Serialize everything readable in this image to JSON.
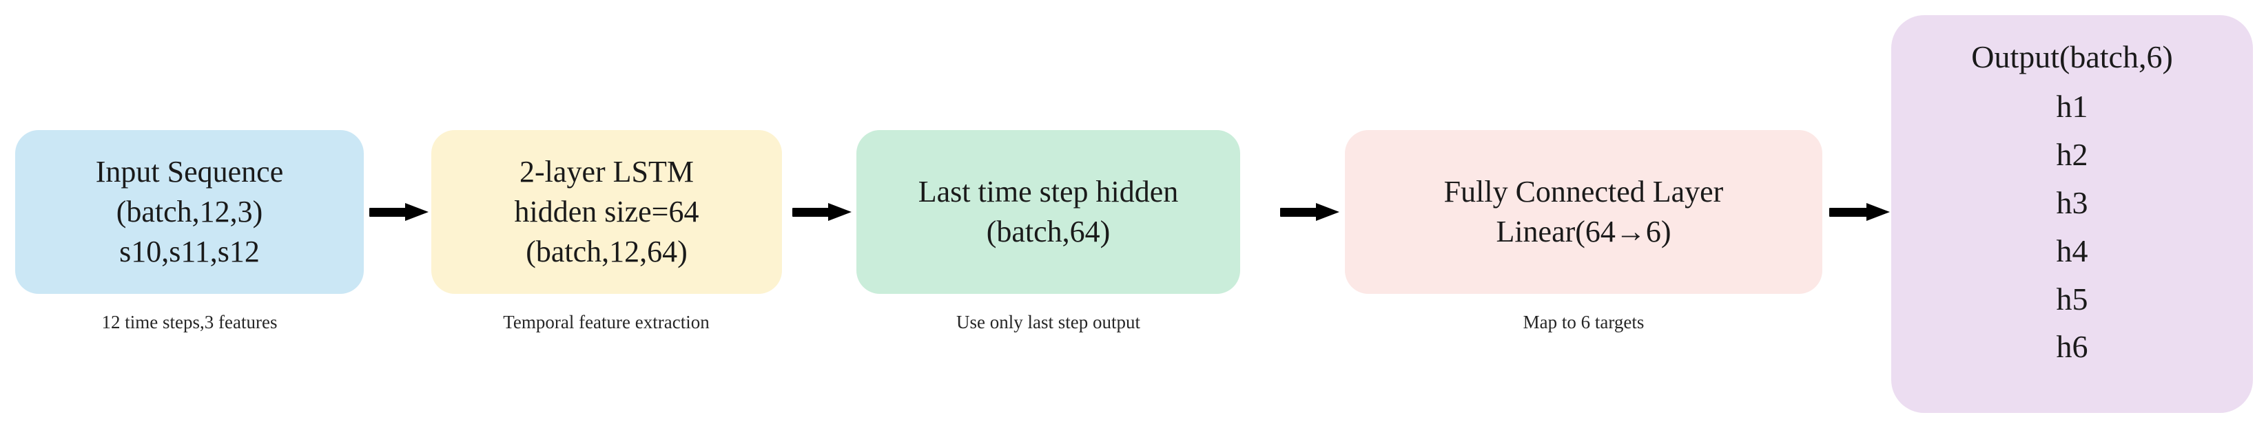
{
  "diagram": {
    "title": "LSTM model architecture pipeline",
    "orientation": "left-to-right",
    "background": "#ffffff",
    "nodes": [
      {
        "id": "input-sequence",
        "lines": [
          "Input Sequence",
          "(batch,12,3)",
          "s10,s11,s12"
        ],
        "caption": "12 time steps,3 features",
        "color": "#cbe7f5"
      },
      {
        "id": "lstm",
        "lines": [
          "2-layer LSTM",
          "hidden size=64",
          "(batch,12,64)"
        ],
        "caption": "Temporal feature extraction",
        "color": "#fdf3d1"
      },
      {
        "id": "last-hidden",
        "lines": [
          "Last time step hidden",
          "(batch,64)"
        ],
        "caption": "Use only last step output",
        "color": "#caedda"
      },
      {
        "id": "fully-connected",
        "lines": [
          "Fully Connected Layer",
          "Linear(64→6)"
        ],
        "caption": "Map to 6 targets",
        "color": "#fce8e6"
      },
      {
        "id": "output",
        "lines": [
          "Output(batch,6)",
          "h1",
          "h2",
          "h3",
          "h4",
          "h5",
          "h6"
        ],
        "caption": "",
        "color": "#ecddf1"
      }
    ],
    "arrow_color": "#000000",
    "arrow_count": 4
  }
}
